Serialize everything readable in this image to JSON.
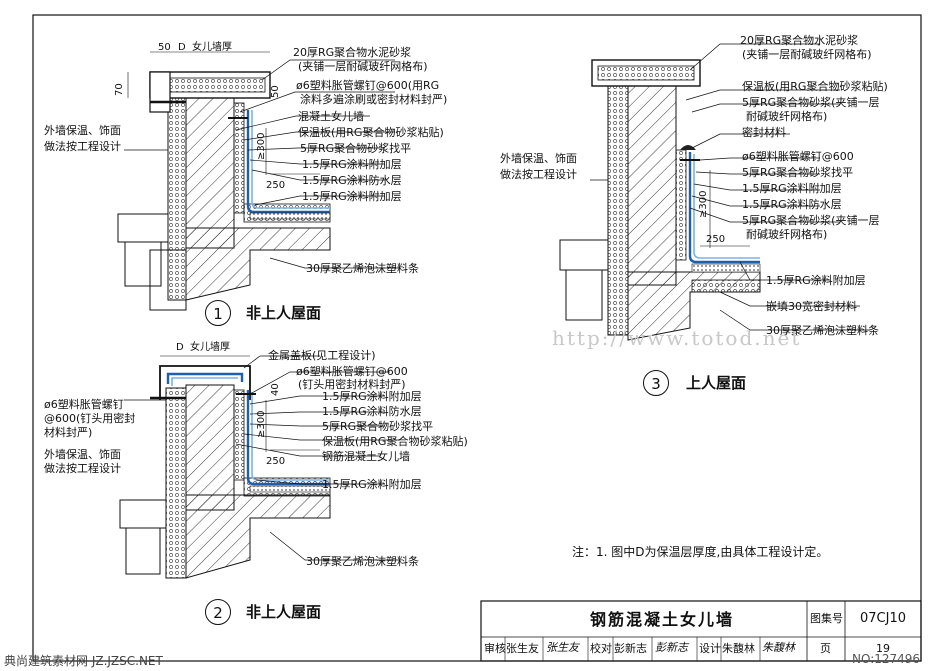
{
  "detail1": {
    "dims": {
      "top1": "50",
      "top2": "D",
      "wall_thk": "女儿墙厚",
      "h70": "70",
      "h50": "50",
      "h300": "≥300",
      "w250": "250"
    },
    "labels": [
      "20厚RG聚合物水泥砂浆",
      "(夹铺一层耐碱玻纤网格布)",
      "ø6塑料胀管螺钉@600(用RG",
      "涂料多遍涂刷或密封材料封严)",
      "混凝土女儿墙",
      "保温板(用RG聚合物砂浆粘贴)",
      "5厚RG聚合物砂浆找平",
      "1.5厚RG涂料附加层",
      "1.5厚RG涂料防水层",
      "1.5厚RG涂料附加层",
      "30厚聚乙烯泡沫塑料条"
    ],
    "left_note": [
      "外墙保温、饰面",
      "做法按工程设计"
    ],
    "caption_num": "1",
    "caption": "非上人屋面"
  },
  "detail2": {
    "dims": {
      "top1": "D",
      "wall_thk": "女儿墙厚",
      "h40": "40",
      "h300": "≥300",
      "w250": "250"
    },
    "labels": [
      "金属盖板(见工程设计)",
      "ø6塑料胀管螺钉@600",
      "(钉头用密封材料封严)",
      "1.5厚RG涂料附加层",
      "1.5厚RG涂料防水层",
      "5厚RG聚合物砂浆找平",
      "保温板(用RG聚合物砂浆粘贴)",
      "钢筋混凝土女儿墙",
      "1.5厚RG涂料附加层",
      "30厚聚乙烯泡沫塑料条"
    ],
    "left_note": [
      "ø6塑料胀管螺钉",
      "@600(钉头用密封",
      "材料封严)",
      "外墙保温、饰面",
      "做法按工程设计"
    ],
    "caption_num": "2",
    "caption": "非上人屋面"
  },
  "detail3": {
    "dims": {
      "h300": "≥300",
      "w250": "250"
    },
    "labels": [
      "20厚RG聚合物水泥砂浆",
      "(夹铺一层耐碱玻纤网格布)",
      "保温板(用RG聚合物砂浆粘贴)",
      "5厚RG聚合物砂浆(夹铺一层",
      "耐碱玻纤网格布)",
      "密封材料",
      "ø6塑料胀管螺钉@600",
      "5厚RG聚合物砂浆找平",
      "1.5厚RG涂料附加层",
      "1.5厚RG涂料防水层",
      "5厚RG聚合物砂浆(夹铺一层",
      "耐碱玻纤网格布)",
      "1.5厚RG涂料附加层",
      "嵌填30宽密封材料",
      "30厚聚乙烯泡沫塑料条"
    ],
    "left_note": [
      "外墙保温、饰面",
      "做法按工程设计"
    ],
    "caption_num": "3",
    "caption": "上人屋面"
  },
  "note": "注：1. 图中D为保温层厚度,由具体工程设计定。",
  "watermark": "http://www.totod.net",
  "title_block": {
    "title": "钢筋混凝土女儿墙",
    "atlas_label": "图集号",
    "atlas_no": "07CJ10",
    "review_label": "审核",
    "reviewer": "张生友",
    "reviewer_sig": "张生友",
    "check_label": "校对",
    "checker": "彭新志",
    "checker_sig": "彭新志",
    "design_label": "设计",
    "designer": "朱馥林",
    "designer_sig": "朱馥林",
    "page_label": "页",
    "page_no": "19"
  },
  "footer_left": "典尚建筑素材网 JZ.JZSC.NET",
  "footer_right": "NO:127496"
}
